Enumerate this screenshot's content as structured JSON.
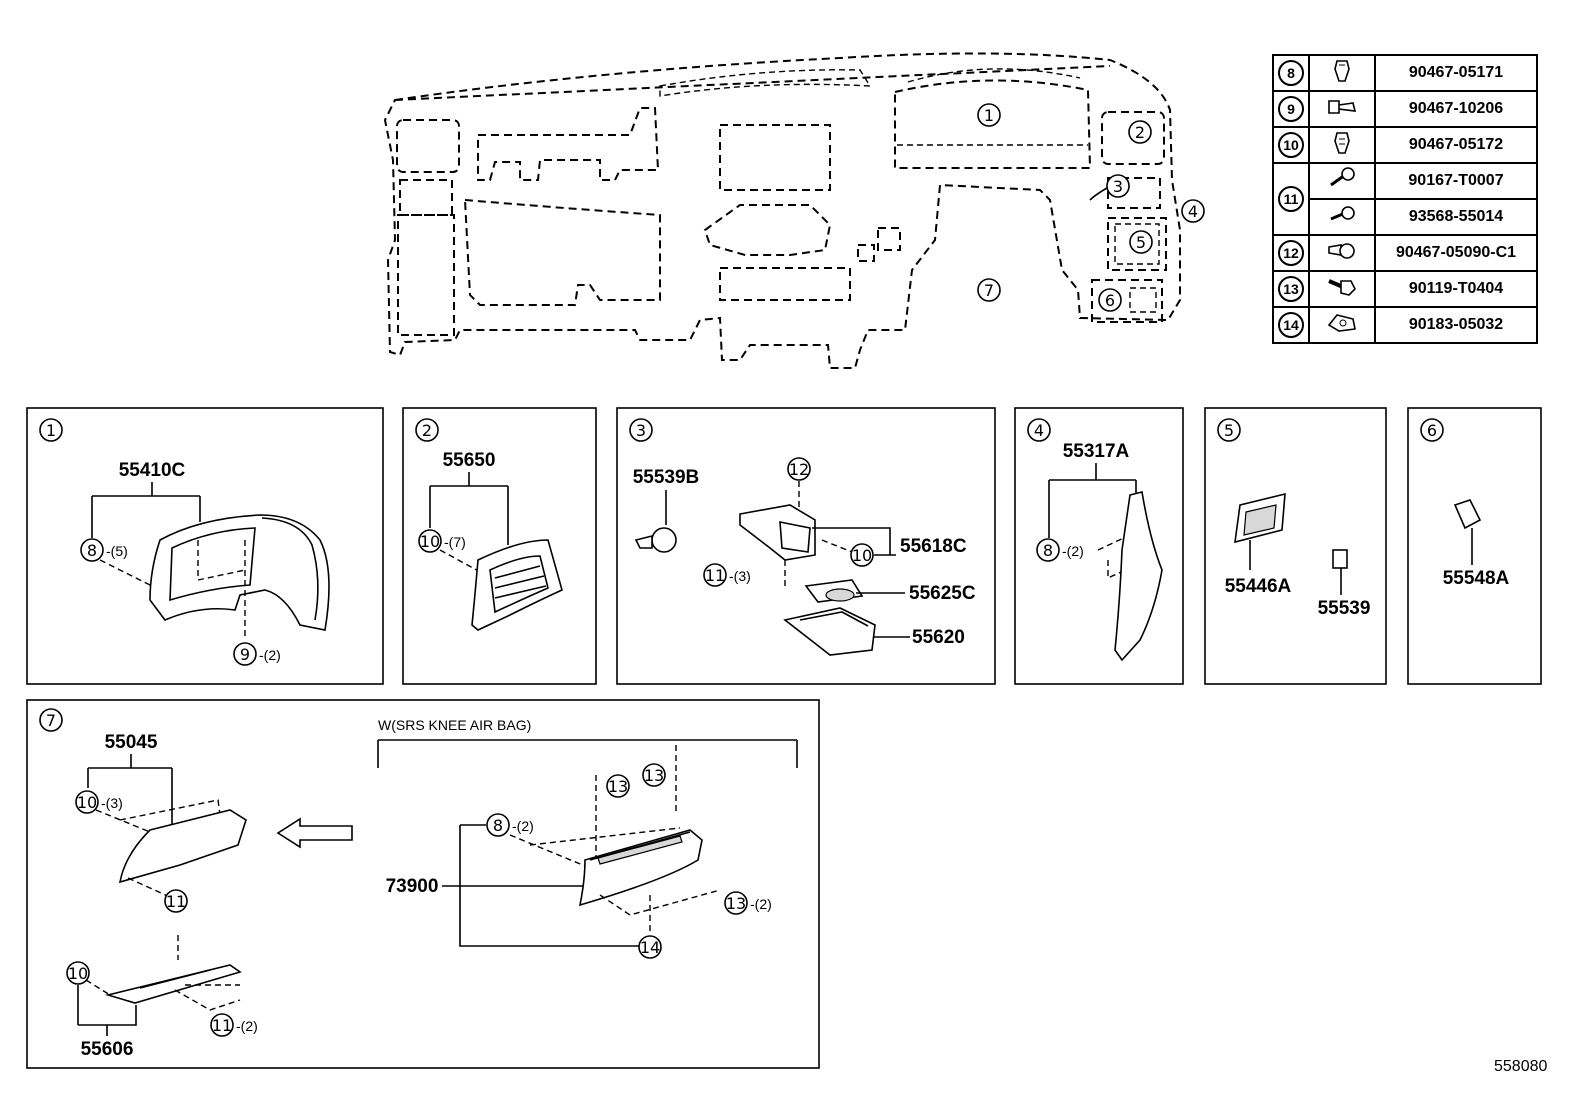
{
  "overview": {
    "callouts": [
      "1",
      "2",
      "3",
      "4",
      "5",
      "6",
      "7"
    ]
  },
  "fasteners": [
    {
      "num": "8",
      "icon": "clip-icon",
      "part": "90467-05171"
    },
    {
      "num": "9",
      "icon": "clip-icon",
      "part": "90467-10206"
    },
    {
      "num": "10",
      "icon": "clip-icon",
      "part": "90467-05172"
    },
    {
      "num": "11",
      "icon": "screw-icon",
      "part": "90167-T0007"
    },
    {
      "num": "11",
      "icon": "screw-icon",
      "part": "93568-55014"
    },
    {
      "num": "12",
      "icon": "clip-icon",
      "part": "90467-05090-C1"
    },
    {
      "num": "13",
      "icon": "bolt-icon",
      "part": "90119-T0404"
    },
    {
      "num": "14",
      "icon": "nut-icon",
      "part": "90183-05032"
    }
  ],
  "panels": {
    "p1": {
      "num": "1",
      "part": "55410C",
      "c8": "8",
      "q8": "-(5)",
      "c9": "9",
      "q9": "-(2)"
    },
    "p2": {
      "num": "2",
      "part": "55650",
      "c10": "10",
      "q10": "-(7)"
    },
    "p3": {
      "num": "3",
      "part_a": "55539B",
      "c12": "12",
      "c10": "10",
      "part_b": "55618C",
      "c11": "11",
      "q11": "-(3)",
      "part_c": "55625C",
      "part_d": "55620"
    },
    "p4": {
      "num": "4",
      "part": "55317A",
      "c8": "8",
      "q8": "-(2)"
    },
    "p5": {
      "num": "5",
      "part_a": "55446A",
      "part_b": "55539"
    },
    "p6": {
      "num": "6",
      "part": "55548A"
    },
    "p7": {
      "num": "7",
      "part_a": "55045",
      "c10a": "10",
      "q10a": "-(3)",
      "c11a": "11",
      "c10b": "10",
      "part_b": "55606",
      "c11b": "11",
      "q11b": "-(2)",
      "condition": "W(SRS KNEE AIR BAG)",
      "c13a": "13",
      "c13b": "13",
      "c8": "8",
      "q8": "-(2)",
      "part_c": "73900",
      "c13c": "13",
      "q13c": "-(2)",
      "c14": "14"
    }
  },
  "figure_id": "558080"
}
